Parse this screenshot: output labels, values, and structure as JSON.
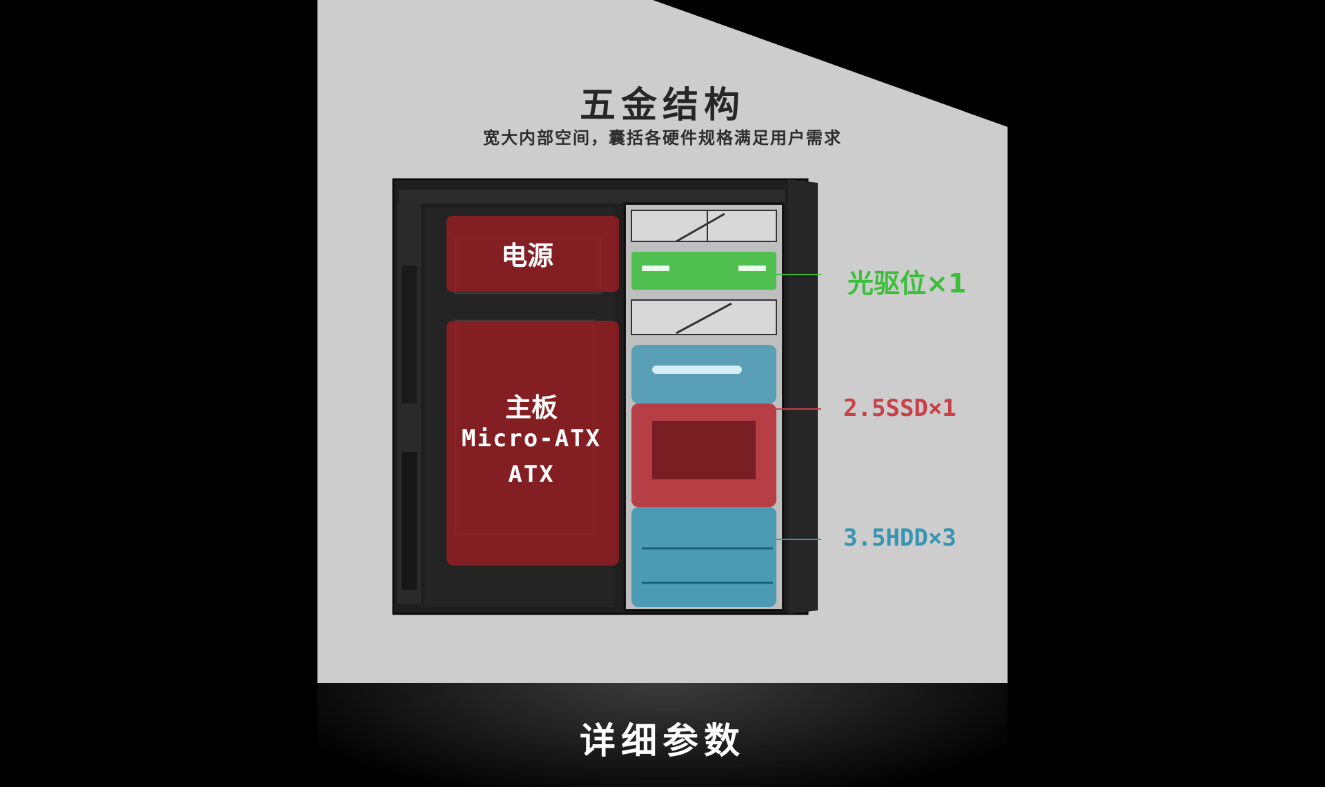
{
  "header": {
    "title": "五金结构",
    "subtitle": "宽大内部空间，囊括各硬件规格满足用户需求"
  },
  "diagram": {
    "psu_label": "电源",
    "motherboard_label": "主板",
    "motherboard_formats": [
      "Micro-ATX",
      "ATX"
    ],
    "callouts": {
      "optical_drive": "光驱位×1",
      "ssd": "2.5SSD×1",
      "hdd": "3.5HDD×3"
    }
  },
  "footer": {
    "title": "详细参数"
  },
  "colors": {
    "panel": "#cdcdcd",
    "overlay_red": "#9e1e22",
    "overlay_green": "#3bbf3b",
    "overlay_blue": "#3794b3",
    "callout_red": "#c93f47"
  }
}
